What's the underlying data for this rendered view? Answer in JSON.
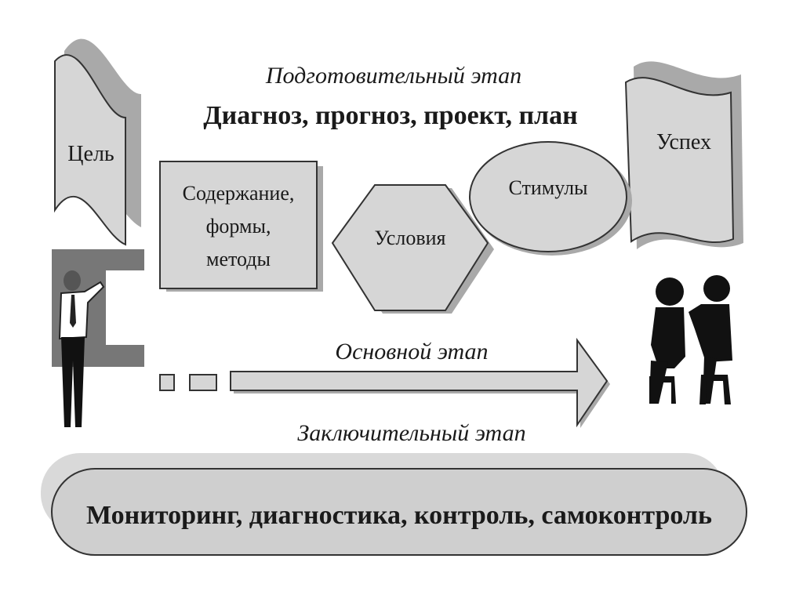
{
  "stages": {
    "preparatory": {
      "title": "Подготовительный этап",
      "subtitle": "Диагноз, прогноз, проект, план"
    },
    "main": {
      "title": "Основной этап"
    },
    "final": {
      "title": "Заключительный этап",
      "content": "Мониторинг, диагностика, контроль, самоконтроль"
    }
  },
  "nodes": {
    "goal": "Цель",
    "content": {
      "line1": "Содержание,",
      "line2": "формы,",
      "line3": "методы"
    },
    "conditions": "Условия",
    "stimuli": "Стимулы",
    "success": "Успех"
  },
  "colors": {
    "fill_light": "#d6d6d6",
    "fill_mid": "#a9a9a9",
    "stroke": "#333333",
    "text": "#1a1a1a"
  }
}
